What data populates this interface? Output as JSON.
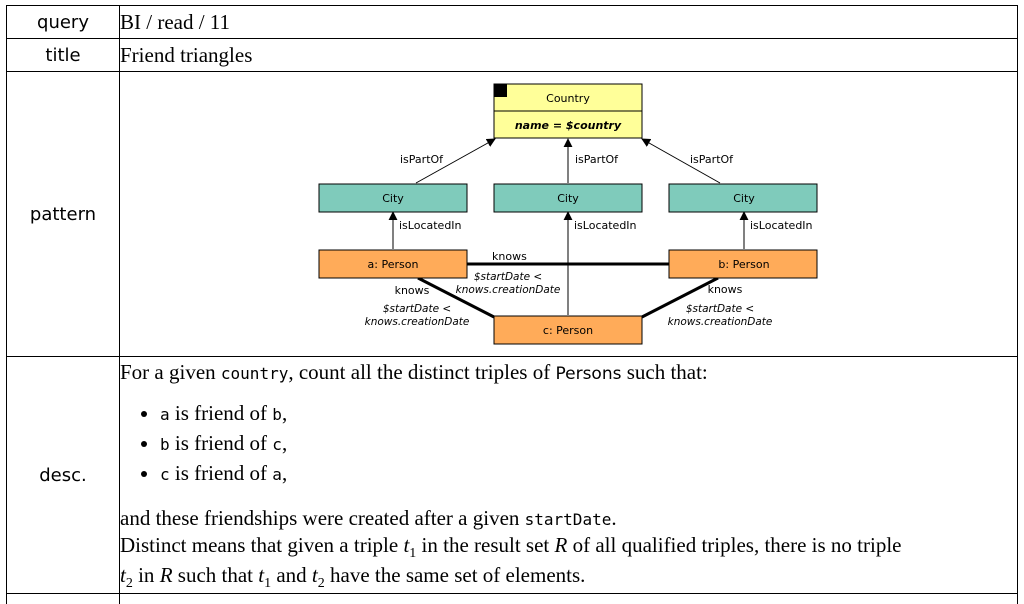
{
  "rows": {
    "query": {
      "label": "query",
      "value": "BI / read / 11"
    },
    "title": {
      "label": "title",
      "value": "Friend triangles"
    },
    "pattern": {
      "label": "pattern"
    },
    "desc": {
      "label": "desc."
    }
  },
  "diagram": {
    "country": {
      "label": "Country",
      "condition": "name = $country"
    },
    "cities": [
      {
        "label": "City",
        "edge_up": "isPartOf",
        "edge_down": "isLocatedIn"
      },
      {
        "label": "City",
        "edge_up": "isPartOf",
        "edge_down": "isLocatedIn"
      },
      {
        "label": "City",
        "edge_up": "isPartOf",
        "edge_down": "isLocatedIn"
      }
    ],
    "persons": {
      "a": "a: Person",
      "b": "b: Person",
      "c": "c: Person"
    },
    "knows_edges": [
      {
        "label": "knows",
        "cond1": "$startDate <",
        "cond2": "knows.creationDate"
      },
      {
        "label": "knows",
        "cond1": "$startDate <",
        "cond2": "knows.creationDate"
      },
      {
        "label": "knows",
        "cond1": "$startDate <",
        "cond2": "knows.creationDate"
      }
    ],
    "colors": {
      "country": "#ffff99",
      "city": "#7fcbbb",
      "person": "#ffab59"
    }
  },
  "description": {
    "intro": {
      "pre": "For a given ",
      "code": "country",
      "mid": ", count all the distinct triples of ",
      "sans": "Persons",
      "post": " such that:"
    },
    "bullets": [
      {
        "code1": "a",
        "text": " is friend of ",
        "code2": "b",
        "end": ","
      },
      {
        "code1": "b",
        "text": " is friend of ",
        "code2": "c",
        "end": ","
      },
      {
        "code1": "c",
        "text": " is friend of ",
        "code2": "a",
        "end": ","
      }
    ],
    "after": {
      "pre": "and these friendships were created after a given ",
      "code": "startDate",
      "post": "."
    },
    "distinct": {
      "p1": "Distinct means that given a triple ",
      "t1": "t",
      "sub1": "1",
      "p2": " in the result set ",
      "R": "R",
      "p3": " of all qualified triples, there is no triple",
      "t2": "t",
      "sub2": "2",
      "p4": " in ",
      "R2": "R",
      "p5": " such that ",
      "t3": "t",
      "sub3": "1",
      "p6": " and ",
      "t4": "t",
      "sub4": "2",
      "p7": " have the same set of elements."
    }
  }
}
